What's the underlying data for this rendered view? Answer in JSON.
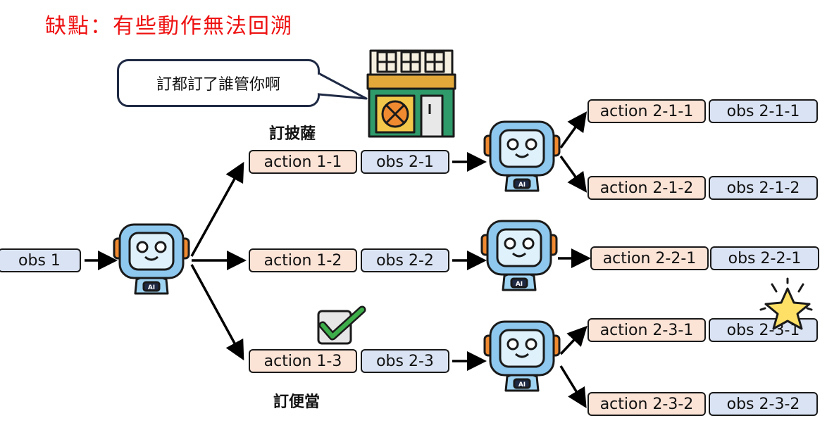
{
  "title": "缺點：有些動作無法回溯",
  "speech_bubble": "訂都訂了誰管你啊",
  "labels": {
    "pizza": "訂披薩",
    "bento": "訂便當"
  },
  "nodes": {
    "obs1": "obs 1",
    "a11": "action 1-1",
    "o21": "obs 2-1",
    "a12": "action 1-2",
    "o22": "obs 2-2",
    "a13": "action 1-3",
    "o23": "obs 2-3",
    "a211": "action 2-1-1",
    "o211": "obs 2-1-1",
    "a212": "action 2-1-2",
    "o212": "obs 2-1-2",
    "a221": "action 2-2-1",
    "o221": "obs 2-2-1",
    "a231": "action 2-3-1",
    "o231": "obs 2-3-1",
    "a232": "action 2-3-2",
    "o232": "obs 2-3-2"
  },
  "robot_badge": "AI",
  "icons": [
    "robot-icon",
    "pizza-shop-icon",
    "checkbox-checked-icon",
    "star-sparkle-icon"
  ],
  "colors": {
    "title": "#ee1111",
    "action_fill": "#fbe3d6",
    "obs_fill": "#dae3f3",
    "robot_body": "#8ec8ee",
    "check": "#3dae4a",
    "star": "#ffe066"
  }
}
